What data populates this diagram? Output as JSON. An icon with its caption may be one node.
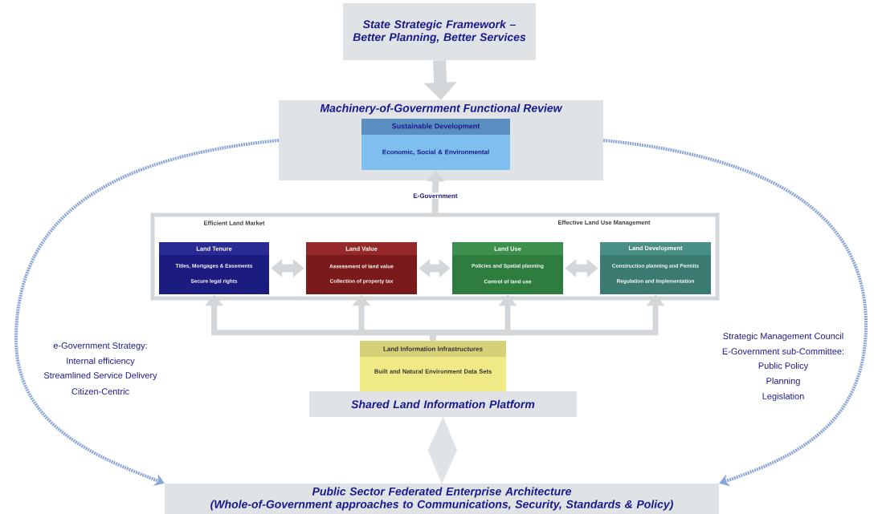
{
  "diagram": {
    "nodes": [
      {
        "text": [
          "State Strategic Framework – Better Planning, Better Services"
        ]
      },
      {
        "text": [
          "Machinery-of-Government Functional Review"
        ]
      },
      {
        "text": [
          "Sustainable Development",
          "Economic, Social & Environmental"
        ],
        "in": 1
      },
      {
        "text": [
          "Efficient Land Market",
          "Effective Land Use Management"
        ]
      },
      {
        "text": [
          "Land Tenure",
          "Titles, Mortgages & Easements",
          "Secure legal rights"
        ],
        "in": 3
      },
      {
        "text": [
          "Land Value",
          "Assessment of land value",
          "Collection of property tax"
        ],
        "in": 3
      },
      {
        "text": [
          "Land Use",
          "Policies and Spatial planning",
          "Control of land use"
        ],
        "in": 3
      },
      {
        "text": [
          "Land Development",
          "Construction planning and Permits",
          "Regulation and Implementation"
        ],
        "in": 3
      },
      {
        "text": [
          "Land Information Infrastructures",
          "Built and Natural Environment Data Sets"
        ]
      },
      {
        "text": [
          "Shared Land Information Platform"
        ]
      },
      {
        "text": [
          "Public Sector Federated Enterprise Architecture",
          "(Whole-of-Government approaches to Communications, Security, Standards & Policy)"
        ]
      }
    ],
    "edges": [
      {
        "from": 0,
        "to": 1,
        "arrow": "to",
        "style": "thick"
      },
      {
        "from": 3,
        "to": 2,
        "arrow": "to",
        "label": "E-Government"
      },
      {
        "from": 4,
        "to": 5,
        "arrow": "both"
      },
      {
        "from": 5,
        "to": 6,
        "arrow": "both"
      },
      {
        "from": 6,
        "to": 7,
        "arrow": "both"
      },
      {
        "from": 8,
        "to": 4,
        "arrow": "to"
      },
      {
        "from": 8,
        "to": 5,
        "arrow": "to"
      },
      {
        "from": 8,
        "to": 6,
        "arrow": "to"
      },
      {
        "from": 8,
        "to": 7,
        "arrow": "to"
      },
      {
        "from": 9,
        "to": 10,
        "arrow": "both"
      },
      {
        "from": 1,
        "to": 10,
        "arrow": "to",
        "style": "dashed",
        "color": "#8aa6d8"
      },
      {
        "from": 1,
        "to": 10,
        "arrow": "to",
        "style": "dashed",
        "color": "#8aa6d8"
      }
    ],
    "labels": [
      "e-Government Strategy:",
      "Internal efficiency",
      "Streamlined Service Delivery",
      "Citizen-Centric",
      "Strategic Management Council",
      "E-Government sub-Committee:",
      "Public Policy",
      "Planning",
      "Legislation"
    ]
  }
}
